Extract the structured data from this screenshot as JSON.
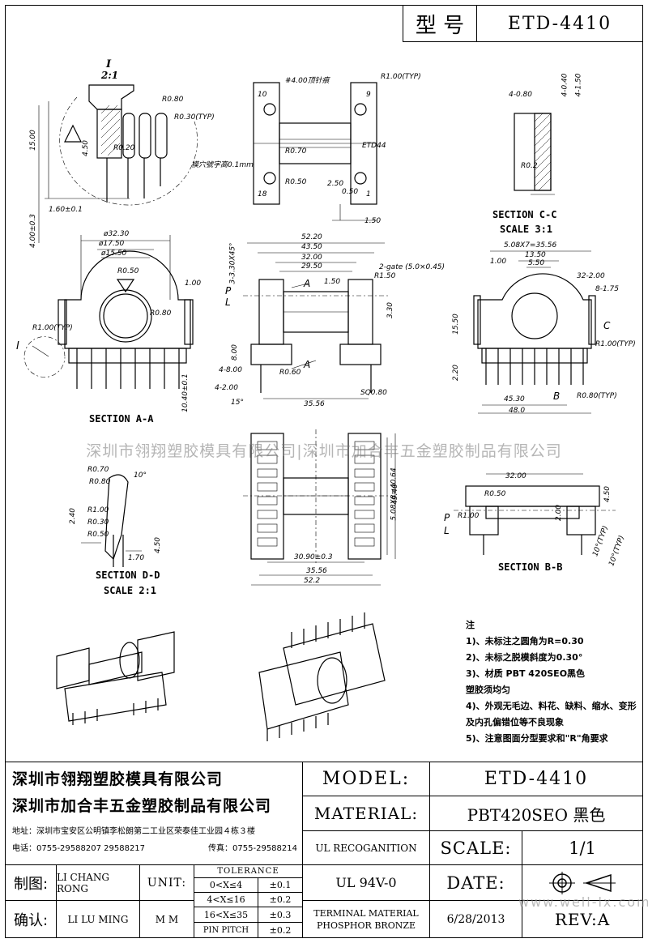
{
  "header": {
    "model_label": "型 号",
    "model_value": "ETD-4410"
  },
  "sections": {
    "detail_i_label": "I",
    "detail_i_scale": "2:1",
    "aa": "SECTION  A-A",
    "cc": "SECTION  C-C",
    "cc_scale": "SCALE  3:1",
    "dd": "SECTION  D-D",
    "dd_scale": "SCALE  2:1",
    "bb": "SECTION  B-B"
  },
  "dims": {
    "top_pin": "#4.00顶针痕",
    "top_r": "R1.00(TYP)",
    "top_note": "模穴號字高0.1mm",
    "top_etd": "ETD44",
    "top_250": "2.50",
    "top_050": "0.50",
    "top_150": "1.50",
    "top_r070": "R0.70",
    "top_r050": "R0.50",
    "pin10": "10",
    "pin9": "9",
    "pin18": "18",
    "pin1": "1",
    "i_15": "15.00",
    "i_450": "4.50",
    "i_160": "1.60±0.1",
    "i_r080": "R0.80",
    "i_r030": "R0.30(TYP)",
    "i_r020": "R0.20",
    "aa_3230": "ø32.30",
    "aa_1750": "ø17.50",
    "aa_1550": "ø15.50",
    "aa_r050": "R0.50",
    "aa_r080": "R0.80",
    "aa_100": "1.00",
    "aa_r1": "R1.00(TYP)",
    "aa_400": "4.00±0.3",
    "aa_1040": "10.40±0.1",
    "mid_5220": "52.20",
    "mid_4350": "43.50",
    "mid_3200": "32.00",
    "mid_2950": "29.50",
    "mid_chamfer": "3-3.30X45°",
    "mid_gate": "2-gate (5.0×0.45)",
    "mid_150": "1.50",
    "mid_330": "3.30",
    "mid_r150": "R1.50",
    "mid_800": "8.00",
    "mid_400": "4-8.00",
    "mid_4200": "4-2.00",
    "mid_15": "15°",
    "mid_3556": "35.56",
    "mid_sq": "SQ0.80",
    "mid_r060": "R0.60",
    "mid_p": "P",
    "mid_l": "L",
    "mid_a": "A",
    "cc_080": "4-0.80",
    "cc_040": "4-0.40",
    "cc_150": "4-1.50",
    "cc_r02": "R0.2",
    "right_508": "5.08X7=35.56",
    "right_1350": "13.50",
    "right_550": "5.50",
    "right_100": "1.00",
    "right_32": "32-2.00",
    "right_8": "8-1.75",
    "right_1550": "15.50",
    "right_r1": "R1.00(TYP)",
    "right_220": "2.20",
    "right_4530": "45.30",
    "right_4800": "48.0",
    "right_r080": "R0.80(TYP)",
    "right_b": "B",
    "right_c": "C",
    "dd_r070": "R0.70",
    "dd_r080": "R0.80",
    "dd_r100": "R1.00",
    "dd_r030": "R0.30",
    "dd_r050": "R0.50",
    "dd_240": "2.40",
    "dd_450": "4.50",
    "dd_170": "1.70",
    "dd_10": "10°",
    "bot_3090": "30.90±0.3",
    "bot_3556": "35.56",
    "bot_5220": "52.2",
    "bot_508": "5.08X8=40.64",
    "bot_4940": "49.40",
    "bb_3200": "32.00",
    "bb_r050": "R0.50",
    "bb_r100": "R1.00",
    "bb_450": "4.50",
    "bb_200": "2.00",
    "bb_10a": "10°(TYP)",
    "bb_10b": "10°(TYP)"
  },
  "notes": {
    "title": "注",
    "items": [
      "1)、未标注之圆角为R=0.30",
      "2)、未标之脱模斜度为0.30°",
      "3)、材质 PBT 420SEO黑色",
      "   塑胶须均匀",
      "4)、外观无毛边、料花、缺料、缩水、变形",
      "   及内孔偏错位等不良现象",
      "5)、注意图面分型要求和\"R\"角要求"
    ]
  },
  "watermark": "深圳市翎翔塑胶模具有限公司|深圳市加合丰五金塑胶制品有限公司",
  "title_block": {
    "company1": "深圳市翎翔塑胶模具有限公司",
    "company2": "深圳市加合丰五金塑胶制品有限公司",
    "address": "地址：深圳市宝安区公明镇李松朗第二工业区荣泰佳工业园４栋３楼",
    "phone": "电话：0755-29588207 29588217",
    "fax": "传真：0755-29588214",
    "model_label": "MODEL:",
    "model_value": "ETD-4410",
    "material_label": "MATERIAL:",
    "material_value": "PBT420SEO 黑色",
    "ul_label": "UL RECOGANITION",
    "ul_value": "UL 94V-0",
    "scale_label": "SCALE:",
    "scale_value": "1/1",
    "date_label": "DATE:",
    "date_value": "6/28/2013",
    "rev_label": "REV:A",
    "terminal1": "TERMINAL MATERIAL",
    "terminal2": "PHOSPHOR  BRONZE",
    "drawn_label": "制图:",
    "drawn_value": "LI CHANG RONG",
    "check_label": "确认:",
    "check_value": "LI LU MING",
    "unit_label": "UNIT:",
    "unit_value": "M M",
    "tol_title": "TOLERANCE",
    "tol": [
      {
        "range": "0<X≤4",
        "val": "±0.1"
      },
      {
        "range": "4<X≤16",
        "val": "±0.2"
      },
      {
        "range": "16<X≤35",
        "val": "±0.3"
      },
      {
        "range": "PIN PITCH",
        "val": "±0.2"
      }
    ],
    "site": "www.well-lx.com"
  }
}
